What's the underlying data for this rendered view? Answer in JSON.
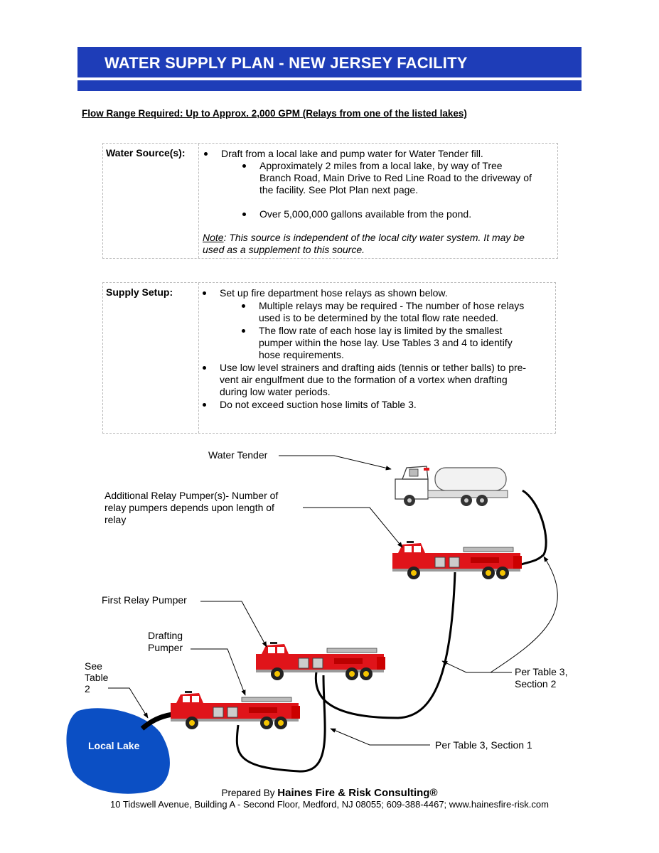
{
  "header": {
    "title": "WATER SUPPLY PLAN - NEW JERSEY FACILITY"
  },
  "flow_range": "Flow Range Required:  Up to Approx. 2,000 GPM (Relays from one of the listed lakes)",
  "water_source": {
    "label": "Water Source(s):",
    "bullet1": "Draft from a local lake and pump water for Water Tender fill.",
    "sub1_lines": [
      "Approximately 2 miles from a local lake, by way of Tree",
      "Branch Road, Main Drive to Red Line Road to the driveway of",
      "the facility. See Plot Plan next page."
    ],
    "sub2": "Over 5,000,000 gallons available from the pond.",
    "note_label": "Note",
    "note_text_line1": ": This source is independent of the local city water system.  It may be",
    "note_text_line2": "used as a supplement to this source."
  },
  "supply_setup": {
    "label": "Supply Setup:",
    "bullet1": "Set up fire department hose relays as shown below.",
    "sub1_lines": [
      "Multiple relays may be required - The number of hose relays",
      "used is to be determined by the total flow rate needed."
    ],
    "sub2_lines": [
      "The flow rate of each hose lay is limited by the smallest",
      "pumper within the hose lay.  Use Tables 3 and 4 to identify",
      "hose requirements."
    ],
    "bullet2_lines": [
      "Use low level strainers and drafting aids (tennis or tether balls) to pre-",
      "vent air engulfment due to the formation of a vortex when drafting",
      "during low water periods."
    ],
    "bullet3": "Do not exceed suction hose limits of Table 3."
  },
  "diagram": {
    "water_tender": "Water Tender",
    "additional_relay_lines": [
      "Additional Relay Pumper(s)- Number of",
      "relay pumpers depends upon length of",
      "relay"
    ],
    "first_relay": "First Relay Pumper",
    "drafting_lines": [
      "Drafting",
      "Pumper"
    ],
    "see_table_lines": [
      "See",
      "Table",
      "2"
    ],
    "per_table_s2_lines": [
      "Per Table 3,",
      "Section 2"
    ],
    "per_table_s1": "Per Table 3, Section 1",
    "lake": "Local Lake"
  },
  "footer": {
    "prepared_by": "Prepared By ",
    "company": "Haines Fire & Risk Consulting®",
    "address": "10 Tidswell Avenue, Building A - Second Floor, Medford, NJ 08055; 609-388-4467;  www.hainesfire-risk.com"
  },
  "colors": {
    "banner": "#1e3db8",
    "lake": "#0b4fc4",
    "truck_red": "#e0141a"
  }
}
